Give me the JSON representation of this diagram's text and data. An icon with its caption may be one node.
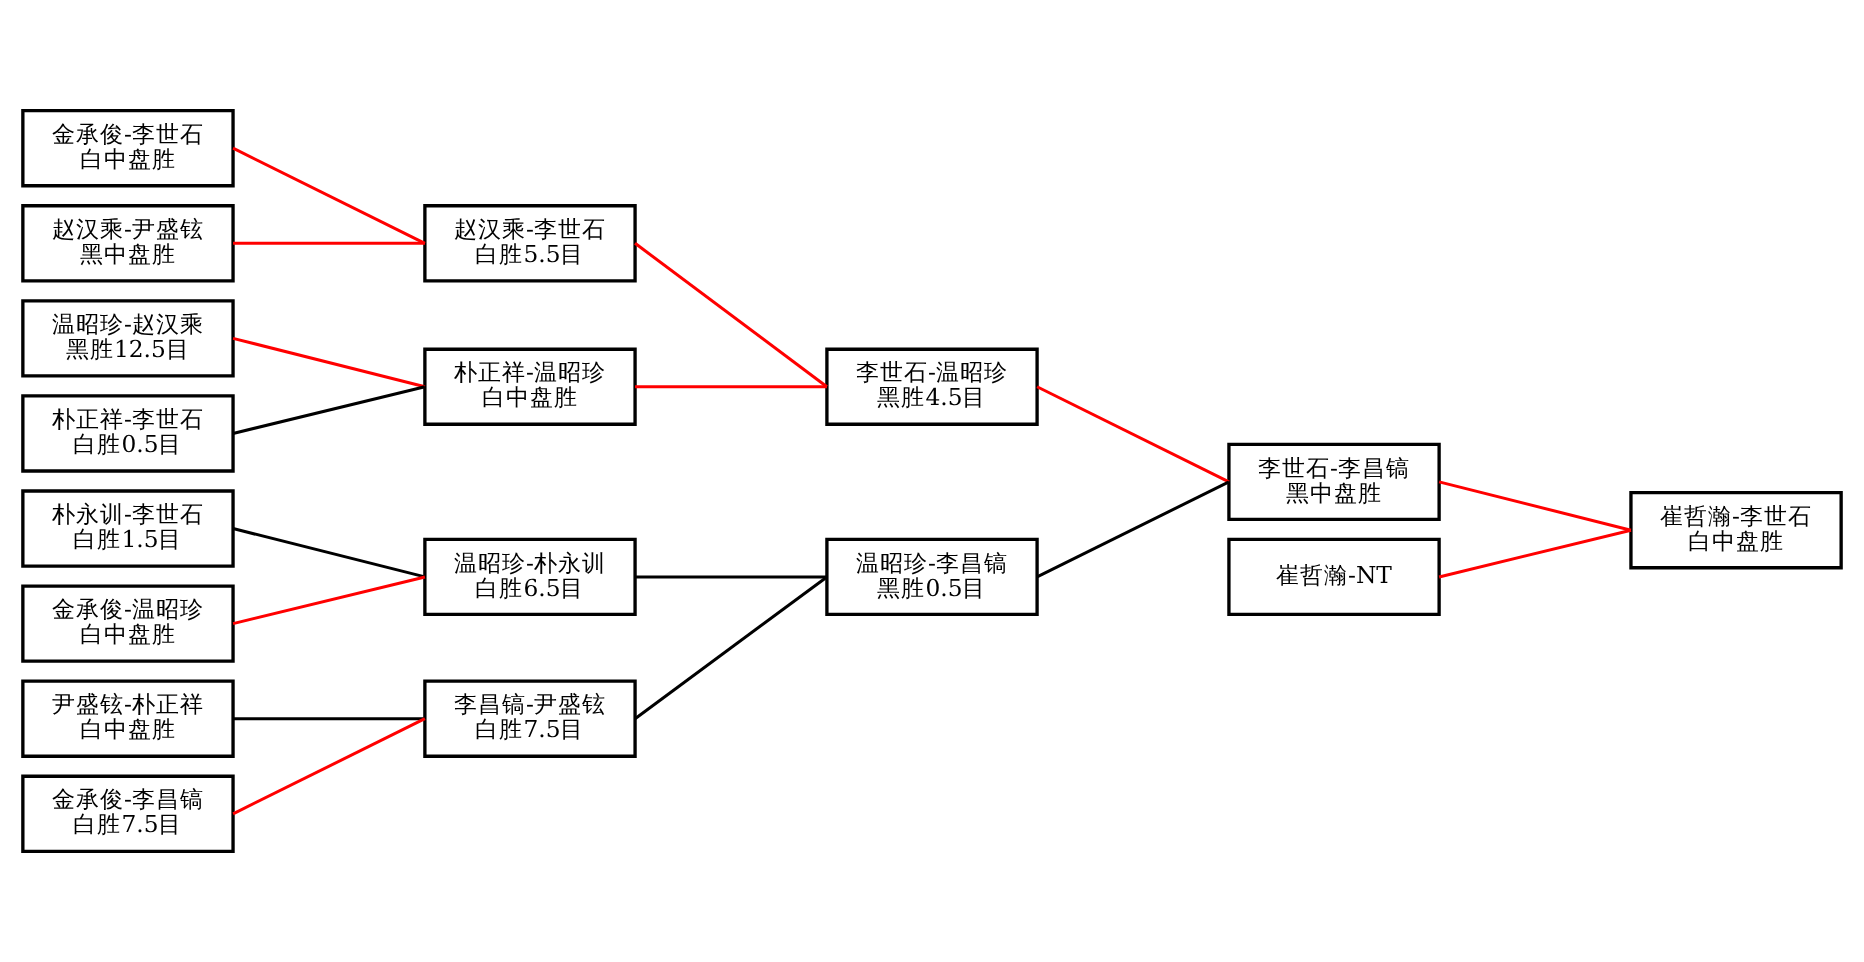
{
  "diagram": {
    "nodes": [
      {
        "text": [
          "金承俊-李世石",
          "白中盘胜"
        ]
      },
      {
        "text": [
          "赵汉乘-尹盛铉",
          "黑中盘胜"
        ]
      },
      {
        "text": [
          "温昭珍-赵汉乘",
          "黑胜12.5目"
        ]
      },
      {
        "text": [
          "朴正祥-李世石",
          "白胜0.5目"
        ]
      },
      {
        "text": [
          "朴永训-李世石",
          "白胜1.5目"
        ]
      },
      {
        "text": [
          "金承俊-温昭珍",
          "白中盘胜"
        ]
      },
      {
        "text": [
          "尹盛铉-朴正祥",
          "白中盘胜"
        ]
      },
      {
        "text": [
          "金承俊-李昌镐",
          "白胜7.5目"
        ]
      },
      {
        "text": [
          "赵汉乘-李世石",
          "白胜5.5目"
        ]
      },
      {
        "text": [
          "朴正祥-温昭珍",
          "白中盘胜"
        ]
      },
      {
        "text": [
          "温昭珍-朴永训",
          "白胜6.5目"
        ]
      },
      {
        "text": [
          "李昌镐-尹盛铉",
          "白胜7.5目"
        ]
      },
      {
        "text": [
          "李世石-温昭珍",
          "黑胜4.5目"
        ]
      },
      {
        "text": [
          "温昭珍-李昌镐",
          "黑胜0.5目"
        ]
      },
      {
        "text": [
          "李世石-李昌镐",
          "黑中盘胜"
        ]
      },
      {
        "text": [
          "崔哲瀚-NT"
        ]
      },
      {
        "text": [
          "崔哲瀚-李世石",
          "白中盘胜"
        ]
      }
    ],
    "edges": [
      {
        "from": 0,
        "to": 8,
        "arrow": "none"
      },
      {
        "from": 1,
        "to": 8,
        "arrow": "none"
      },
      {
        "from": 2,
        "to": 9,
        "arrow": "none"
      },
      {
        "from": 3,
        "to": 9,
        "arrow": "none",
        "color": "#000000"
      },
      {
        "from": 4,
        "to": 10,
        "arrow": "none",
        "color": "#000000"
      },
      {
        "from": 5,
        "to": 10,
        "arrow": "none"
      },
      {
        "from": 6,
        "to": 11,
        "arrow": "none",
        "color": "#000000"
      },
      {
        "from": 7,
        "to": 11,
        "arrow": "none"
      },
      {
        "from": 8,
        "to": 12,
        "arrow": "none"
      },
      {
        "from": 9,
        "to": 12,
        "arrow": "none"
      },
      {
        "from": 10,
        "to": 13,
        "arrow": "none",
        "color": "#000000"
      },
      {
        "from": 11,
        "to": 13,
        "arrow": "none",
        "color": "#000000"
      },
      {
        "from": 12,
        "to": 14,
        "arrow": "none"
      },
      {
        "from": 13,
        "to": 14,
        "arrow": "none",
        "color": "#000000"
      },
      {
        "from": 14,
        "to": 16,
        "arrow": "none"
      },
      {
        "from": 15,
        "to": 16,
        "arrow": "none"
      }
    ]
  }
}
